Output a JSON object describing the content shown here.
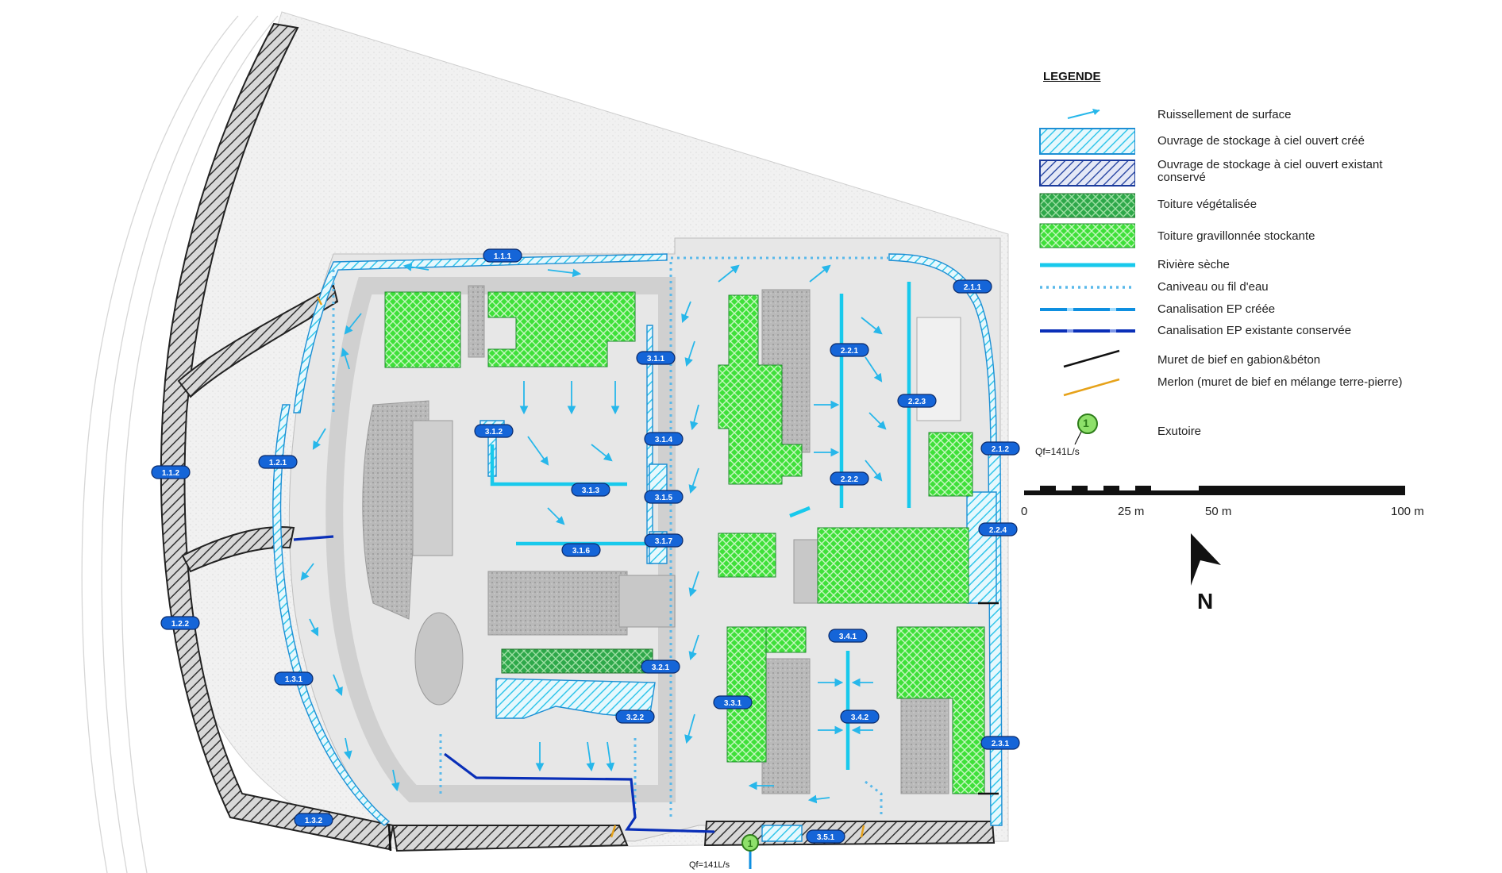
{
  "legend": {
    "title": "LEGENDE",
    "items": [
      {
        "key": "runoff",
        "label": "Ruissellement de surface",
        "icon": "arrow-icon"
      },
      {
        "key": "storage_new",
        "label": "Ouvrage de stockage à ciel ouvert créé",
        "icon": "light-hatch-icon"
      },
      {
        "key": "storage_existing",
        "label": "Ouvrage de stockage à ciel ouvert existant conservé",
        "icon": "dark-hatch-icon"
      },
      {
        "key": "green_roof",
        "label": "Toiture végétalisée",
        "icon": "green-cross-hatch-icon"
      },
      {
        "key": "gravel_roof",
        "label": "Toiture gravillonnée stockante",
        "icon": "light-green-cross-hatch-icon"
      },
      {
        "key": "dry_river",
        "label": "Rivière sèche",
        "icon": "cyan-line-icon"
      },
      {
        "key": "gutter",
        "label": "Caniveau ou fil d'eau",
        "icon": "dotted-line-icon"
      },
      {
        "key": "pipe_new",
        "label": "Canalisation EP créée",
        "icon": "pipe-new-icon"
      },
      {
        "key": "pipe_existing",
        "label": "Canalisation EP existante conservée",
        "icon": "pipe-existing-icon"
      },
      {
        "key": "wall",
        "label": "Muret de bief en gabion&béton",
        "icon": "black-line-icon"
      },
      {
        "key": "merlon",
        "label": "Merlon (muret de bief en mélange terre-pierre)",
        "icon": "orange-line-icon"
      },
      {
        "key": "outlet",
        "label": "Exutoire",
        "icon": "outlet-icon",
        "number": "1",
        "flow": "Qf=141L/s"
      }
    ]
  },
  "scale": {
    "labels": [
      "0",
      "25 m",
      "50 m",
      "100 m"
    ]
  },
  "north": {
    "label": "N"
  },
  "outlet_on_map": {
    "number": "1",
    "flow": "Qf=141L/s"
  },
  "colors": {
    "storage_new": "#33c6ea",
    "storage_existing": "#1a3a9c",
    "green_roof": "#2ea84a",
    "gravel_roof": "#3fe03a",
    "pipe_existing": "#0a2fb8",
    "pipe_new": "#0e8fe0",
    "runoff": "#27b7ea",
    "merlon": "#e6a21a",
    "label_pill": "#1565d8"
  },
  "map_labels": [
    {
      "id": "1.1.1"
    },
    {
      "id": "1.1.2"
    },
    {
      "id": "1.2.1"
    },
    {
      "id": "1.2.2"
    },
    {
      "id": "1.3.1"
    },
    {
      "id": "1.3.2"
    },
    {
      "id": "2.1.1"
    },
    {
      "id": "2.1.2"
    },
    {
      "id": "2.2.1"
    },
    {
      "id": "2.2.2"
    },
    {
      "id": "2.2.3"
    },
    {
      "id": "2.2.4"
    },
    {
      "id": "2.3.1"
    },
    {
      "id": "3.1.1"
    },
    {
      "id": "3.1.2"
    },
    {
      "id": "3.1.3"
    },
    {
      "id": "3.1.4"
    },
    {
      "id": "3.1.5"
    },
    {
      "id": "3.1.6"
    },
    {
      "id": "3.1.7"
    },
    {
      "id": "3.2.1"
    },
    {
      "id": "3.2.2"
    },
    {
      "id": "3.3.1"
    },
    {
      "id": "3.4.1"
    },
    {
      "id": "3.4.2"
    },
    {
      "id": "3.5.1"
    }
  ]
}
